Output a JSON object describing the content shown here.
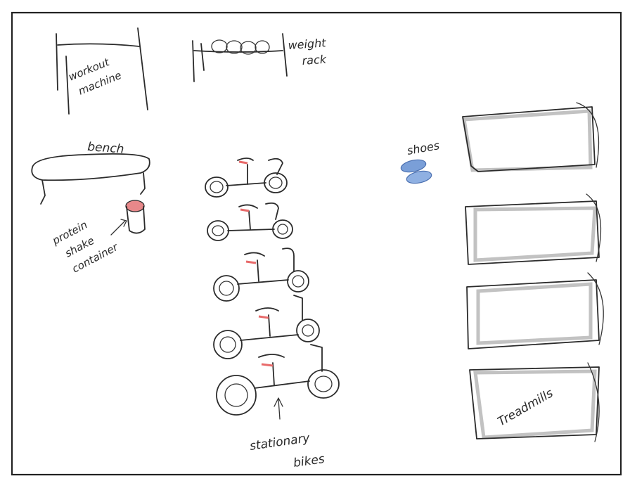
{
  "labels": {
    "workout_machine": [
      "workout",
      "machine"
    ],
    "weight_rack": [
      "weight",
      "rack"
    ],
    "bench": "bench",
    "protein_shake_container": [
      "protein",
      "shake",
      "container"
    ],
    "shoes": "shoes",
    "treadmills": "Treadmills",
    "stationary_bikes": [
      "stationary",
      "bikes"
    ]
  },
  "colors": {
    "ink": "#2b2b2b",
    "pencil_shading": "#9a9a9a",
    "shoe_blue": "#7a9fd8",
    "seat_red": "#e86a6a",
    "lid_red": "#e8888a"
  },
  "items": {
    "bike_count": 5,
    "treadmill_count": 4
  }
}
